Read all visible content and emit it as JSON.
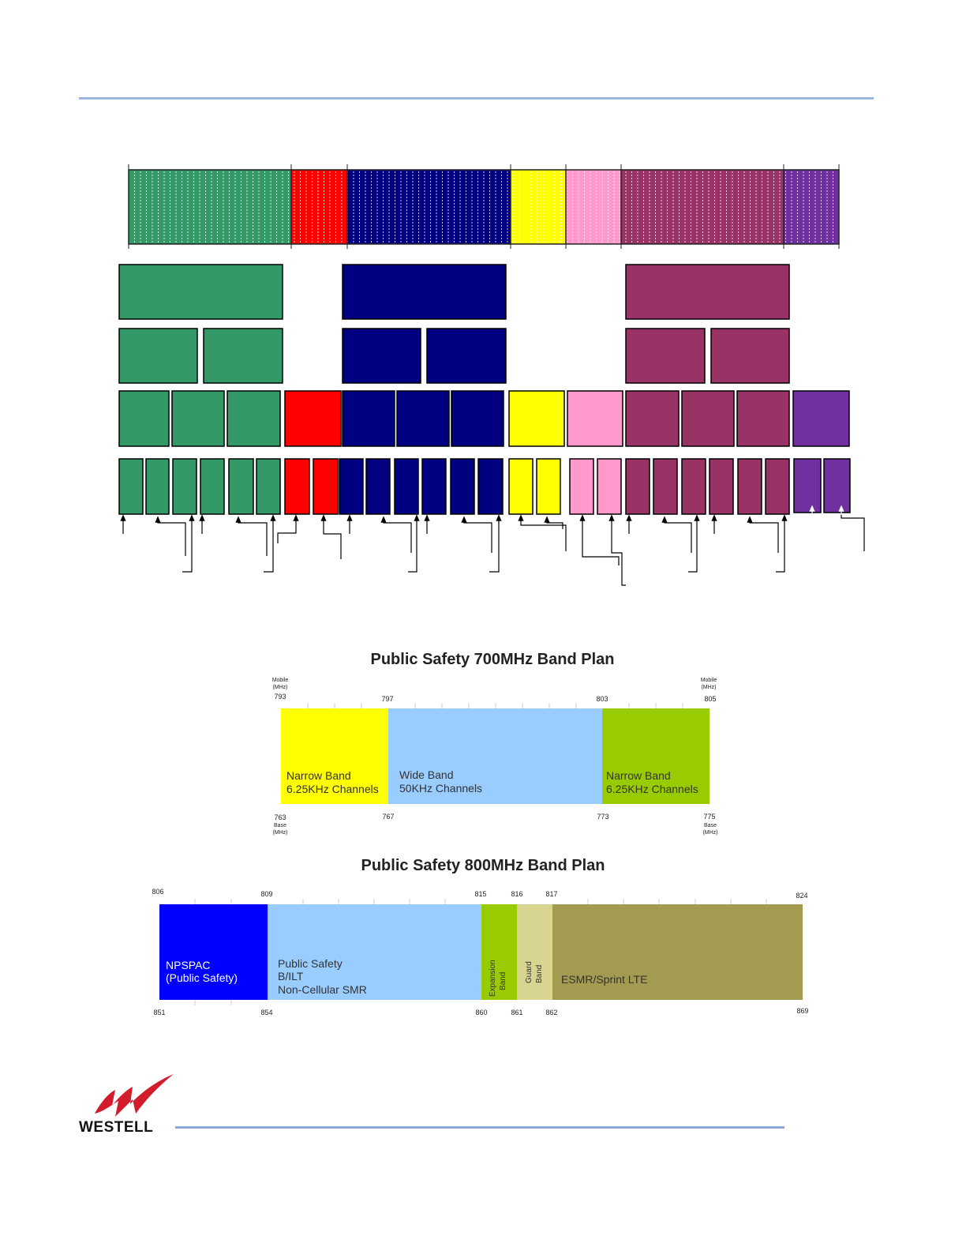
{
  "colors": {
    "green": "#339966",
    "red": "#ff0000",
    "navy": "#000080",
    "yellow": "#ffff00",
    "pink": "#ff99cc",
    "maroon": "#993366",
    "purple": "#7030a0",
    "rule": "#9bb7db",
    "ps_yellow": "#ffff00",
    "ps_lightblue": "#99ccff",
    "ps_green": "#99cc00",
    "ps_blue": "#0000ff",
    "ps_guard": "#d8d590",
    "ps_esmr": "#a29b50"
  },
  "band700": {
    "title": "Public Safety 700MHz Band Plan",
    "top_left_label": "Mobile\n(MHz)",
    "top_right_label": "Mobile\n(MHz)",
    "bottom_left_label": "Base\n(MHz)",
    "bottom_right_label": "Base\n(MHz)",
    "top_ticks": [
      "793",
      "797",
      "803",
      "805"
    ],
    "bottom_ticks": [
      "763",
      "767",
      "773",
      "775"
    ],
    "segments": [
      {
        "line1": "Narrow Band",
        "line2": "6.25KHz Channels",
        "color": "#ffff00"
      },
      {
        "line1": "Wide Band",
        "line2": "50KHz Channels",
        "color": "#99ccff"
      },
      {
        "line1": "Narrow Band",
        "line2": "6.25KHz Channels",
        "color": "#99cc00"
      }
    ]
  },
  "band800": {
    "title": "Public Safety 800MHz Band Plan",
    "top_ticks": [
      "806",
      "809",
      "815",
      "816",
      "817",
      "824"
    ],
    "bottom_ticks": [
      "851",
      "854",
      "860",
      "861",
      "862",
      "869"
    ],
    "segments": [
      {
        "lines": [
          "NPSPAC",
          "(Public Safety)"
        ],
        "color": "#0000ff"
      },
      {
        "lines": [
          "Public Safety",
          "B/ILT",
          "Non-Cellular SMR"
        ],
        "color": "#99ccff"
      },
      {
        "lines": [
          "Expansion",
          "Band"
        ],
        "color": "#99cc00"
      },
      {
        "lines": [
          "Guard",
          "Band"
        ],
        "color": "#d8d590"
      },
      {
        "lines": [
          "ESMR/Sprint LTE"
        ],
        "color": "#a29b50"
      }
    ]
  },
  "logo": {
    "text": "WESTELL"
  }
}
